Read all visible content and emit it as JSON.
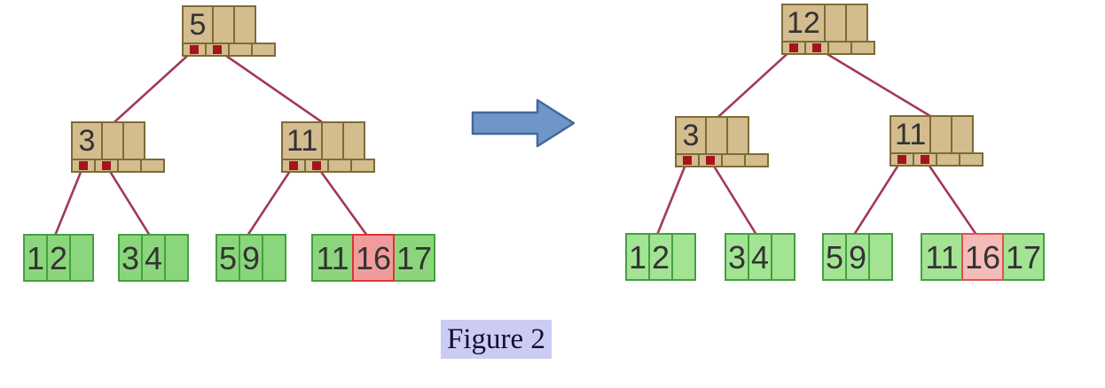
{
  "figure": {
    "caption": "Figure 2"
  },
  "arrow": {
    "icon": "right-arrow-icon",
    "direction": "right"
  },
  "left_tree": {
    "description": "B+ tree before split, key 16 highlighted",
    "root": {
      "key": "5"
    },
    "internal": [
      {
        "key": "3"
      },
      {
        "key": "11"
      }
    ],
    "leaves": [
      {
        "cells": [
          "1",
          "2",
          ""
        ]
      },
      {
        "cells": [
          "3",
          "4",
          ""
        ]
      },
      {
        "cells": [
          "5",
          "9",
          ""
        ]
      },
      {
        "cells": [
          "11",
          "16",
          "17"
        ],
        "highlighted_value": "16"
      }
    ]
  },
  "right_tree": {
    "description": "B+ tree after update, key 16 highlighted",
    "root": {
      "key": "12"
    },
    "internal": [
      {
        "key": "3"
      },
      {
        "key": "11"
      }
    ],
    "leaves": [
      {
        "cells": [
          "1",
          "2",
          ""
        ]
      },
      {
        "cells": [
          "3",
          "4",
          ""
        ]
      },
      {
        "cells": [
          "5",
          "9",
          ""
        ]
      },
      {
        "cells": [
          "11",
          "16",
          "17"
        ],
        "highlighted_value": "16"
      }
    ]
  },
  "edges": [
    {
      "from": "L-root-p0",
      "to": "L-n0"
    },
    {
      "from": "L-root-p1",
      "to": "L-n1"
    },
    {
      "from": "L-n0-p0",
      "to": "L-leaf0"
    },
    {
      "from": "L-n0-p1",
      "to": "L-leaf1"
    },
    {
      "from": "L-n1-p0",
      "to": "L-leaf2"
    },
    {
      "from": "L-n1-p1",
      "to": "L-leaf3"
    },
    {
      "from": "R-root-p0",
      "to": "R-n0"
    },
    {
      "from": "R-root-p1",
      "to": "R-n1"
    },
    {
      "from": "R-n0-p0",
      "to": "R-leaf0"
    },
    {
      "from": "R-n0-p1",
      "to": "R-leaf1"
    },
    {
      "from": "R-n1-p0",
      "to": "R-leaf2"
    },
    {
      "from": "R-n1-p1",
      "to": "R-leaf3"
    }
  ],
  "colors": {
    "tan": "#d3bc8e",
    "tan_border": "#7d6b36",
    "ptr_red": "#a5141e",
    "green_left": "#8bd67c",
    "green_right": "#a2e494",
    "green_border": "#44a040",
    "pink_left": "#f19c9c",
    "pink_left_border": "#dd3434",
    "pink_right": "#f3bcb8",
    "pink_right_border": "#e25050",
    "edge": "#a23a55",
    "arrow_fill": "#6f96c8",
    "arrow_stroke": "#47679b",
    "caption_bg": "#cbcbf3",
    "caption_text": "#10102e",
    "digit": "#333333"
  }
}
